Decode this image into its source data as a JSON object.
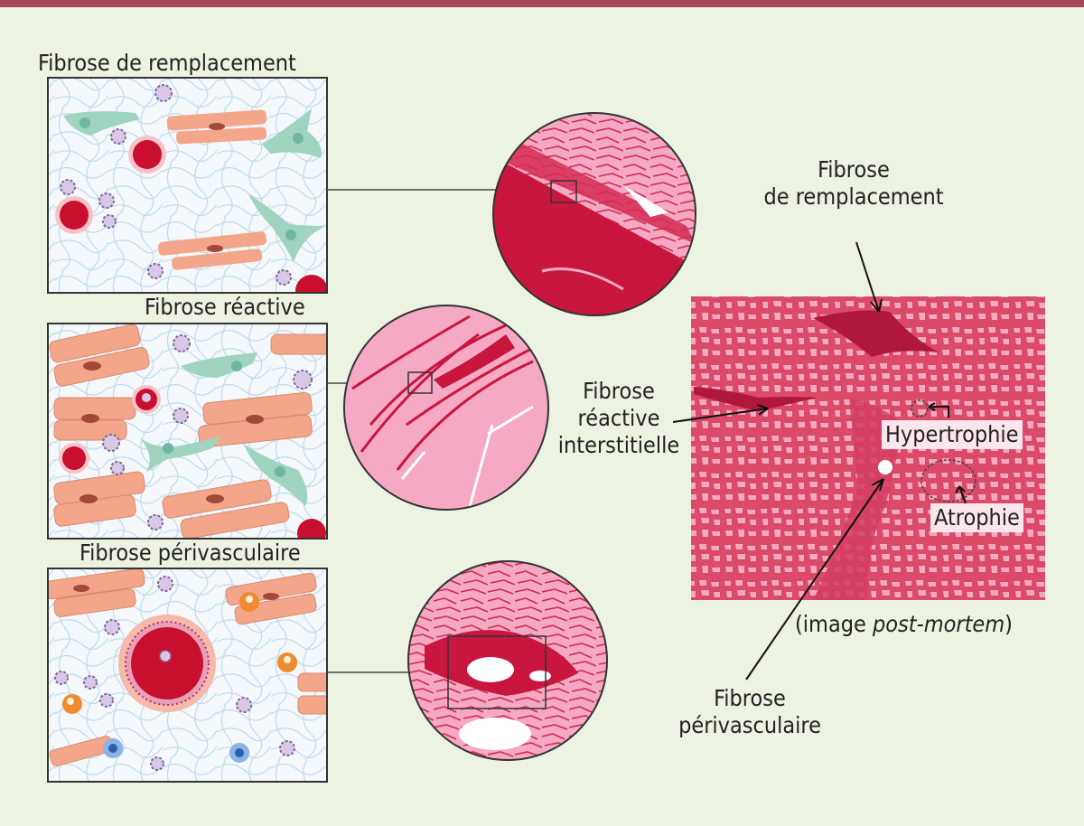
{
  "panels": {
    "replacement_title": "Fibrose de remplacement",
    "reactive_title": "Fibrose réactive",
    "perivascular_title": "Fibrose périvasculaire"
  },
  "annotations": {
    "replacement_line1": "Fibrose",
    "replacement_line2": "de remplacement",
    "reactive_line1": "Fibrose",
    "reactive_line2": "réactive",
    "reactive_line3": "interstitielle",
    "hypertrophy": "Hypertrophie",
    "atrophy": "Atrophie",
    "perivascular_line1": "Fibrose",
    "perivascular_line2": "périvasculaire",
    "postmortem_open": "(image ",
    "postmortem_em": "post-mortem",
    "postmortem_close": ")"
  },
  "colors": {
    "top_bar": "#a8465e",
    "background": "#ecf3e2",
    "tissue_pink": "#f2a6c2",
    "fibrosis_red": "#c8163e",
    "micrograph": "#e0506e",
    "fibroblast_green": "#9fd4c0",
    "myocyte_salmon": "#f4a68a",
    "capillary_red": "#c8102e"
  }
}
